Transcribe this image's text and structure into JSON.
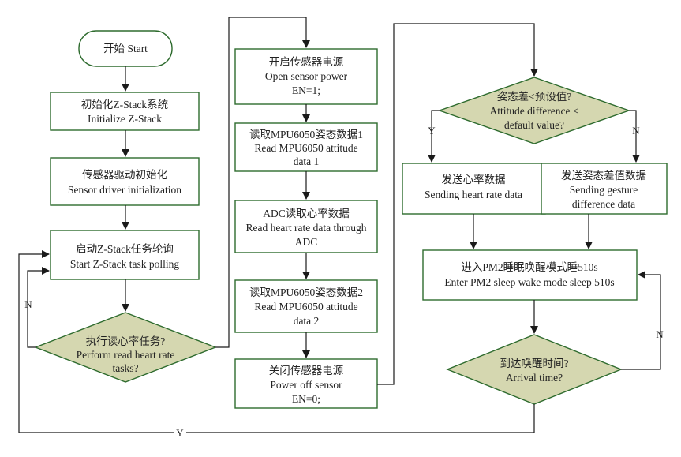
{
  "start": {
    "label": "开始 Start"
  },
  "init_zstack": {
    "line1": "初始化Z-Stack系统",
    "line2": "Initialize Z-Stack"
  },
  "sensor_driver": {
    "line1": "传感器驱动初始化",
    "line2": "Sensor driver initialization"
  },
  "start_polling": {
    "line1": "启动Z-Stack任务轮询",
    "line2": "Start Z-Stack task polling"
  },
  "decision_heart": {
    "line1": "执行读心率任务?",
    "line2": "Perform read heart rate",
    "line3": "tasks?"
  },
  "sensor_power_on": {
    "line1": "开启传感器电源",
    "line2": "Open sensor power",
    "line3": "EN=1;"
  },
  "read_mpu1": {
    "line1": "读取MPU6050姿态数据1",
    "line2": "Read MPU6050 attitude",
    "line3": "data 1"
  },
  "adc_heart": {
    "line1": "ADC读取心率数据",
    "line2": "Read heart rate data through",
    "line3": "ADC"
  },
  "read_mpu2": {
    "line1": "读取MPU6050姿态数据2",
    "line2": "Read MPU6050 attitude",
    "line3": "data 2"
  },
  "sensor_power_off": {
    "line1": "关闭传感器电源",
    "line2": "Power off sensor",
    "line3": "EN=0;"
  },
  "decision_attitude": {
    "line1": "姿态差<预设值?",
    "line2": "Attitude difference <",
    "line3": "default value?"
  },
  "send_heart": {
    "line1": "发送心率数据",
    "line2": "Sending heart rate data"
  },
  "send_gesture": {
    "line1": "发送姿态差值数据",
    "line2": "Sending gesture",
    "line3": "difference data"
  },
  "sleep_mode": {
    "line1": "进入PM2睡眠唤醒模式睡510s",
    "line2": "Enter PM2 sleep wake mode sleep 510s"
  },
  "decision_arrival": {
    "line1": "到达唤醒时间?",
    "line2": "Arrival time?"
  },
  "edge_labels": {
    "y": "Y",
    "n": "N"
  },
  "colors": {
    "decision_fill": "#d5d7b0",
    "box_stroke": "#2e6b2e",
    "arrow": "#1a1a1a"
  }
}
